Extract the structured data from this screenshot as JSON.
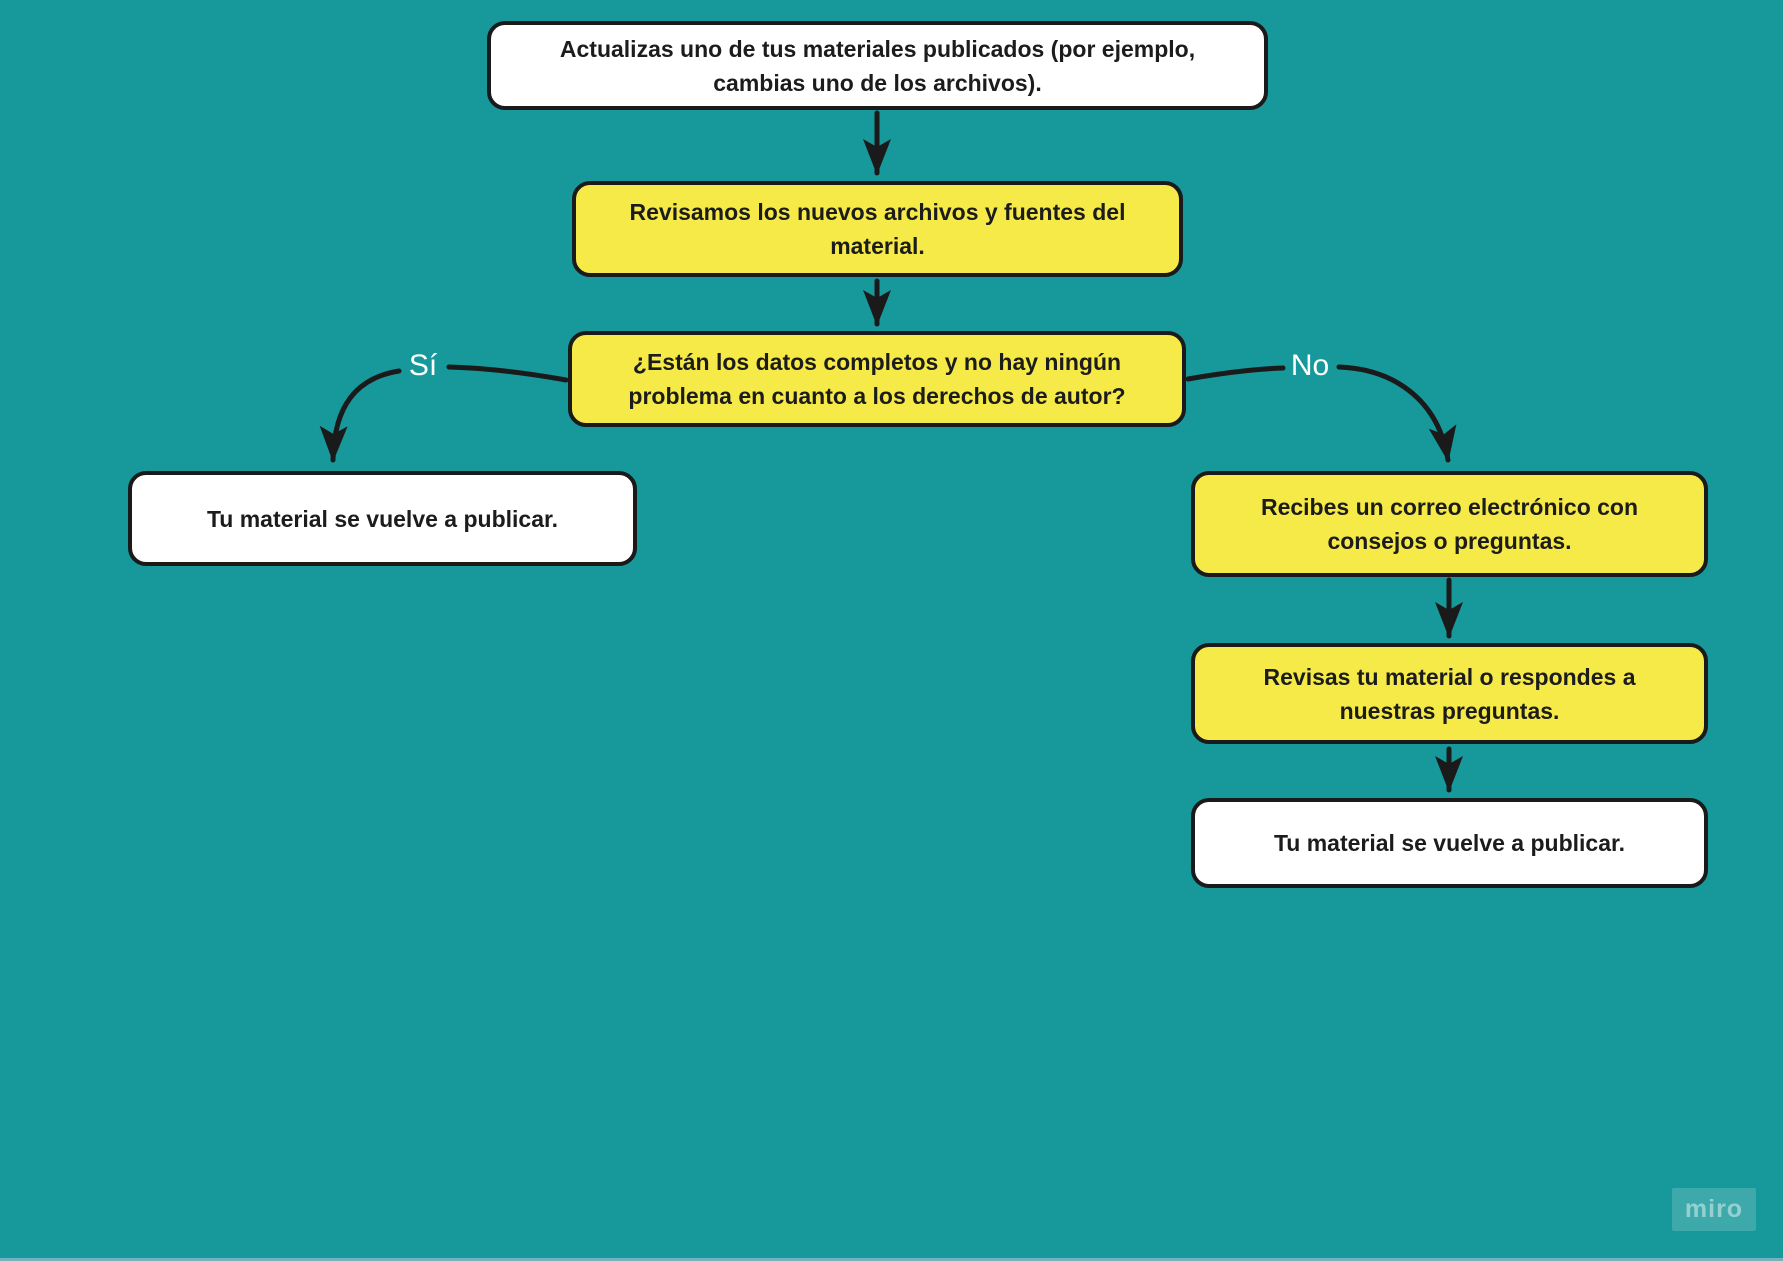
{
  "colors": {
    "background": "#17989b",
    "node_yellow": "#f5ea47",
    "node_white": "#ffffff",
    "line": "#1a1a1a",
    "edge_label_text": "#ffffff"
  },
  "nodes": {
    "start": {
      "text": "Actualizas uno de tus materiales publicados (por ejemplo,\ncambias uno de los archivos).",
      "fill": "white"
    },
    "review": {
      "text": "Revisamos los nuevos archivos y fuentes del\nmaterial.",
      "fill": "yellow"
    },
    "decision": {
      "text": "¿Están los datos completos y no hay ningún\nproblema en cuanto a los derechos de autor?",
      "fill": "yellow"
    },
    "republish_yes": {
      "text": "Tu material se vuelve a publicar.",
      "fill": "white"
    },
    "email": {
      "text": "Recibes un correo electrónico con\nconsejos o preguntas.",
      "fill": "yellow"
    },
    "revise": {
      "text": "Revisas tu material o respondes a\nnuestras preguntas.",
      "fill": "yellow"
    },
    "republish_no": {
      "text": "Tu material se vuelve a publicar.",
      "fill": "white"
    }
  },
  "edge_labels": {
    "yes": "Sí",
    "no": "No"
  },
  "watermark": "miro"
}
